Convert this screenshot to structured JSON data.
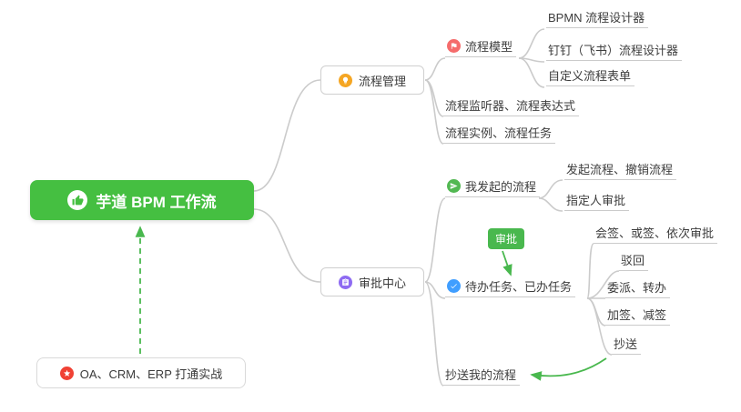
{
  "root": {
    "label": "芋道 BPM 工作流"
  },
  "note": {
    "label": "OA、CRM、ERP 打通实战"
  },
  "badge": {
    "label": "审批"
  },
  "process_mgmt": {
    "label": "流程管理",
    "model": {
      "label": "流程模型",
      "items": [
        "BPMN 流程设计器",
        "钉钉（飞书）流程设计器",
        "自定义流程表单"
      ]
    },
    "listener": "流程监听器、流程表达式",
    "instance": "流程实例、流程任务"
  },
  "approval": {
    "label": "审批中心",
    "my": {
      "label": "我发起的流程",
      "items": [
        "发起流程、撤销流程",
        "指定人审批"
      ]
    },
    "tasks": {
      "label": "待办任务、已办任务",
      "items": [
        "会签、或签、依次审批",
        "驳回",
        "委派、转办",
        "加签、减签",
        "抄送"
      ]
    },
    "cc": "抄送我的流程"
  },
  "icons": {
    "root": "thumbs-up",
    "note": "star",
    "process_mgmt": "lightbulb",
    "approval": "clipboard",
    "model": "flag",
    "my": "paper-plane",
    "tasks": "check"
  },
  "colors": {
    "root_bg": "#45BF41",
    "accent_green": "#49B84E",
    "connector_gray": "#CBCBCB",
    "icon_orange": "#F5A623",
    "icon_purple": "#8E6BF2",
    "icon_red": "#F56C6C",
    "icon_green": "#52B852",
    "icon_blue": "#409EFF",
    "note_icon_red": "#F04134"
  }
}
